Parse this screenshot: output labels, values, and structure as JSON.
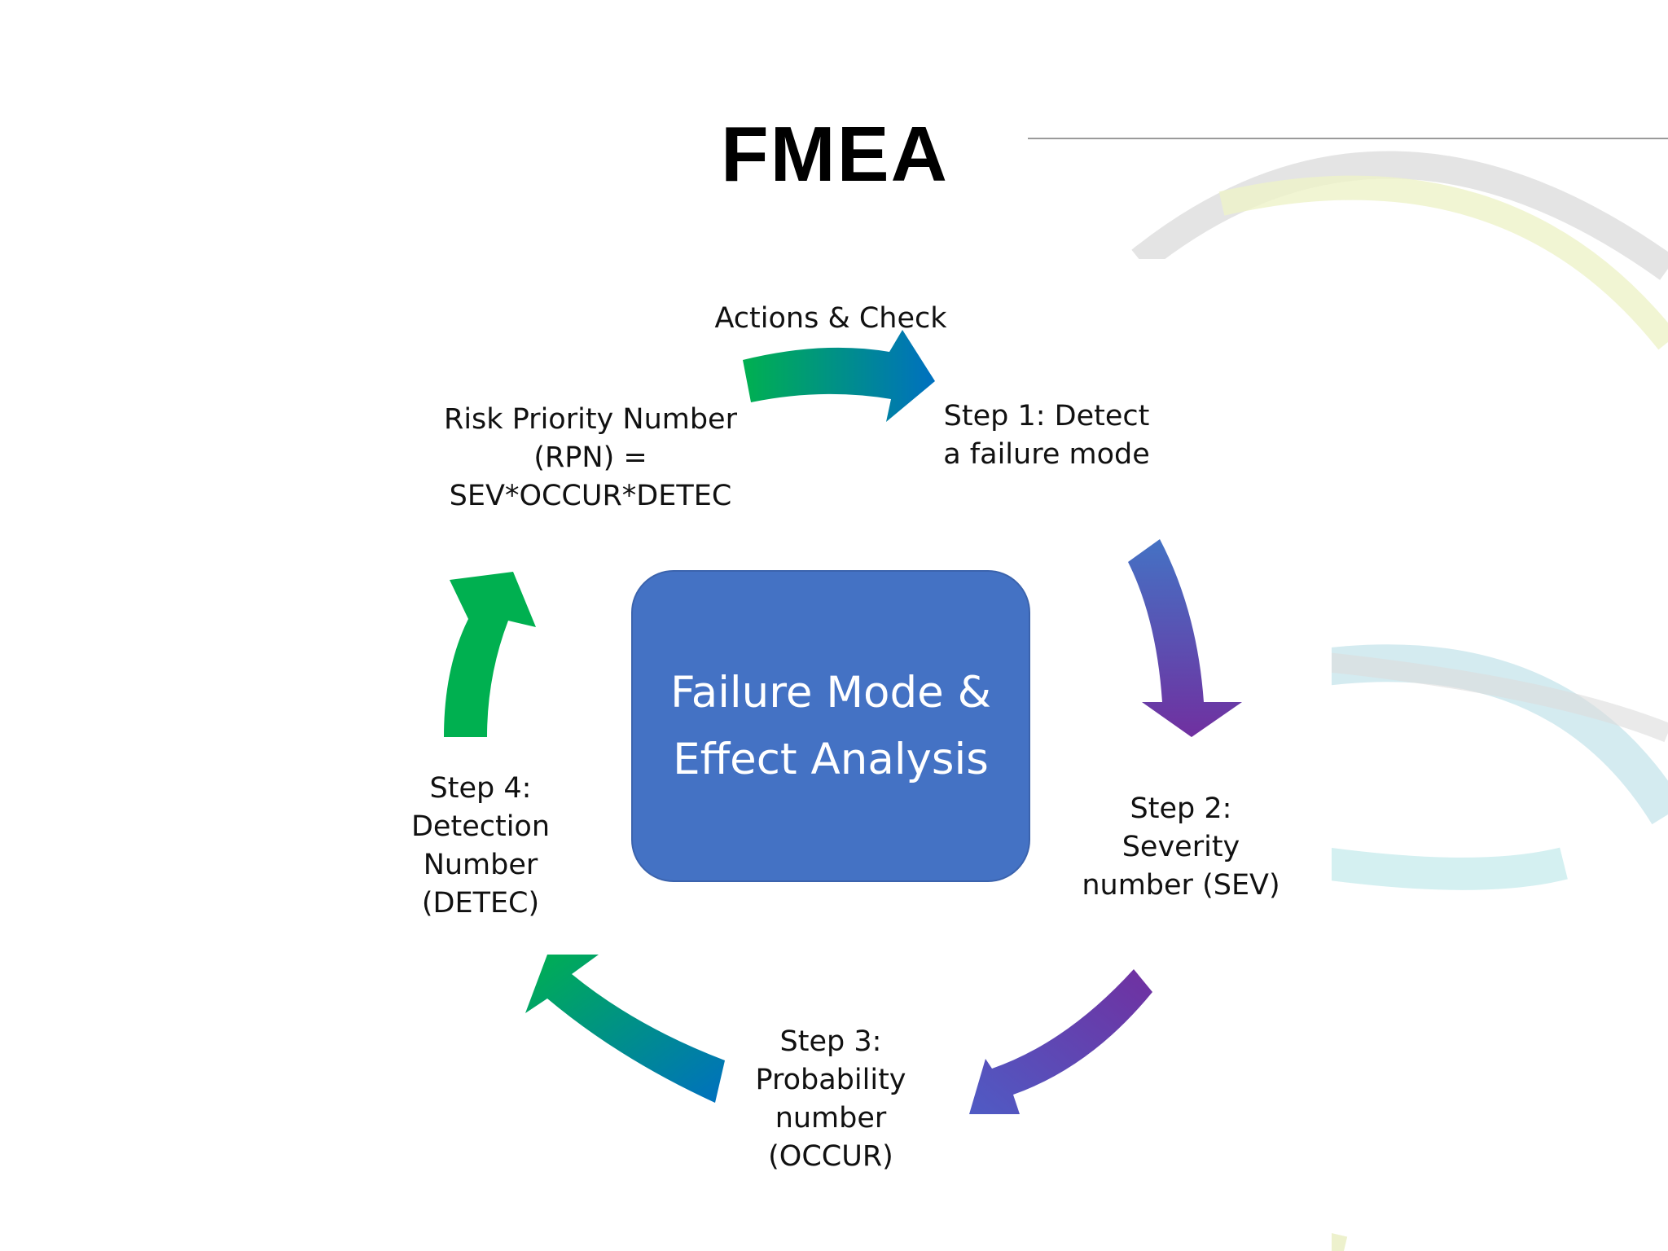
{
  "slide": {
    "title": "FMEA"
  },
  "diagram": {
    "center": [
      "Failure Mode &",
      "Effect Analysis"
    ],
    "cycle_label": "Actions & Check",
    "rpn": [
      "Risk Priority Number",
      "(RPN) =",
      "SEV*OCCUR*DETEC"
    ],
    "step1": [
      "Step 1: Detect",
      "a failure mode"
    ],
    "step2": [
      "Step 2:",
      "Severity",
      "number (SEV)"
    ],
    "step3": [
      "Step 3:",
      "Probability",
      "number",
      "(OCCUR)"
    ],
    "step4": [
      "Step 4:",
      "Detection",
      "Number",
      "(DETEC)"
    ]
  },
  "colors": {
    "center_box": "#4472c4",
    "arrow_green": "#00b050",
    "arrow_teal": "#00a0a0",
    "arrow_blue": "#0070c0",
    "arrow_purple": "#7030a0",
    "arrow_indigo": "#4f5bc4"
  }
}
